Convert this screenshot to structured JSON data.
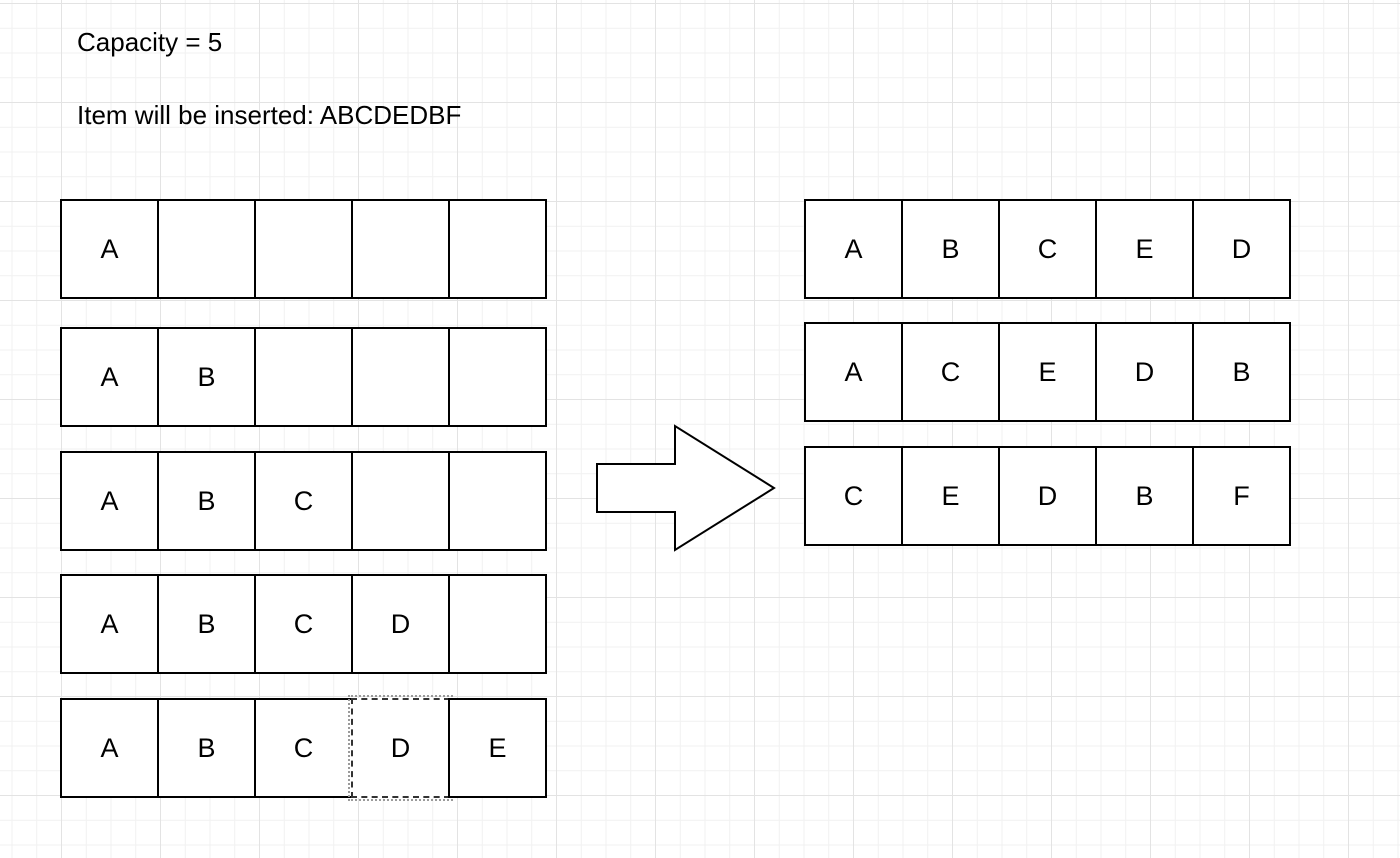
{
  "captions": {
    "capacity": "Capacity = 5",
    "items": "Item will be inserted: ABCDEDBF"
  },
  "left_rows": [
    [
      "A",
      "",
      "",
      "",
      ""
    ],
    [
      "A",
      "B",
      "",
      "",
      ""
    ],
    [
      "A",
      "B",
      "C",
      "",
      ""
    ],
    [
      "A",
      "B",
      "C",
      "D",
      ""
    ],
    [
      "A",
      "B",
      "C",
      "D",
      "E"
    ]
  ],
  "right_rows": [
    [
      "A",
      "B",
      "C",
      "E",
      "D"
    ],
    [
      "A",
      "C",
      "E",
      "D",
      "B"
    ],
    [
      "C",
      "E",
      "D",
      "B",
      "F"
    ]
  ]
}
